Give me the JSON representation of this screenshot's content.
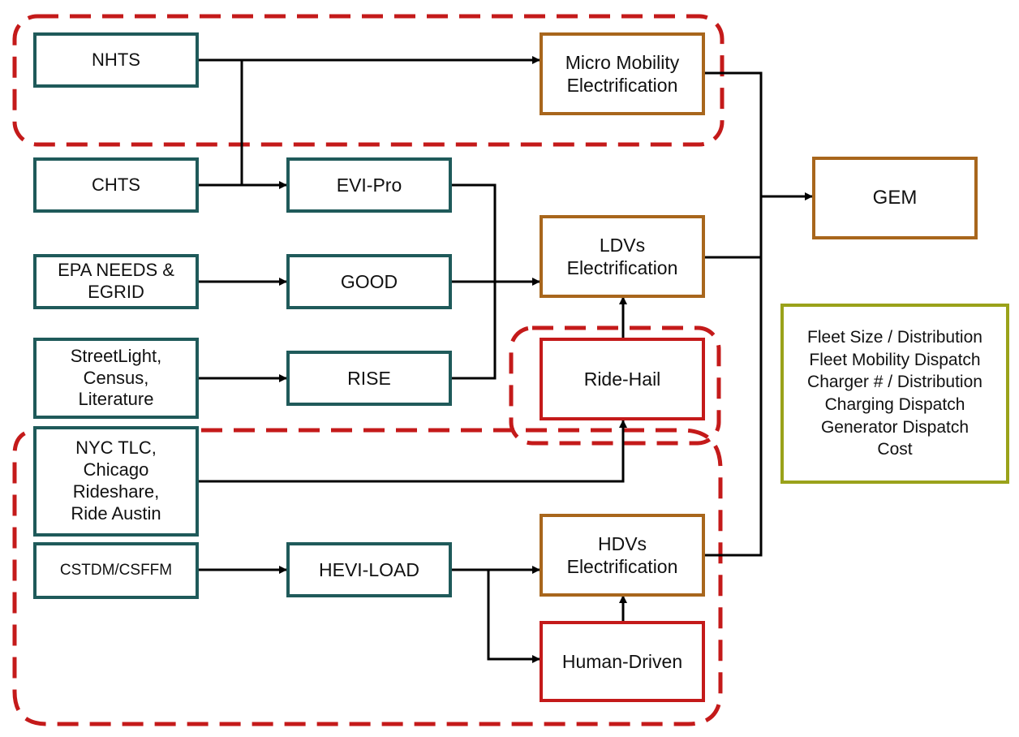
{
  "colors": {
    "data_border": "#1f5a5a",
    "electrification_border": "#a8661c",
    "operation_border": "#c41a1a",
    "outputs_border": "#9aa21a",
    "dashed_group": "#c41a1a",
    "arrow": "#000000"
  },
  "data_sources": {
    "nhts": "NHTS",
    "chts": "CHTS",
    "epa": "EPA NEEDS &\nEGRID",
    "streetlight": "StreetLight,\nCensus,\nLiterature",
    "nyc": "NYC TLC,\nChicago\nRideshare,\nRide Austin",
    "cstdm": "CSTDM/CSFFM"
  },
  "models": {
    "evipro": "EVI-Pro",
    "good": "GOOD",
    "rise": "RISE",
    "hevi": "HEVI-LOAD"
  },
  "electrification": {
    "micro": "Micro Mobility\nElectrification",
    "ldv": "LDVs\nElectrification",
    "hdv": "HDVs\nElectrification"
  },
  "operations": {
    "ridehail": "Ride-Hail",
    "human": "Human-Driven"
  },
  "gem": "GEM",
  "outputs": [
    "Fleet Size / Distribution",
    "Fleet Mobility Dispatch",
    "Charger # / Distribution",
    "Charging Dispatch",
    "Generator Dispatch",
    "Cost"
  ]
}
